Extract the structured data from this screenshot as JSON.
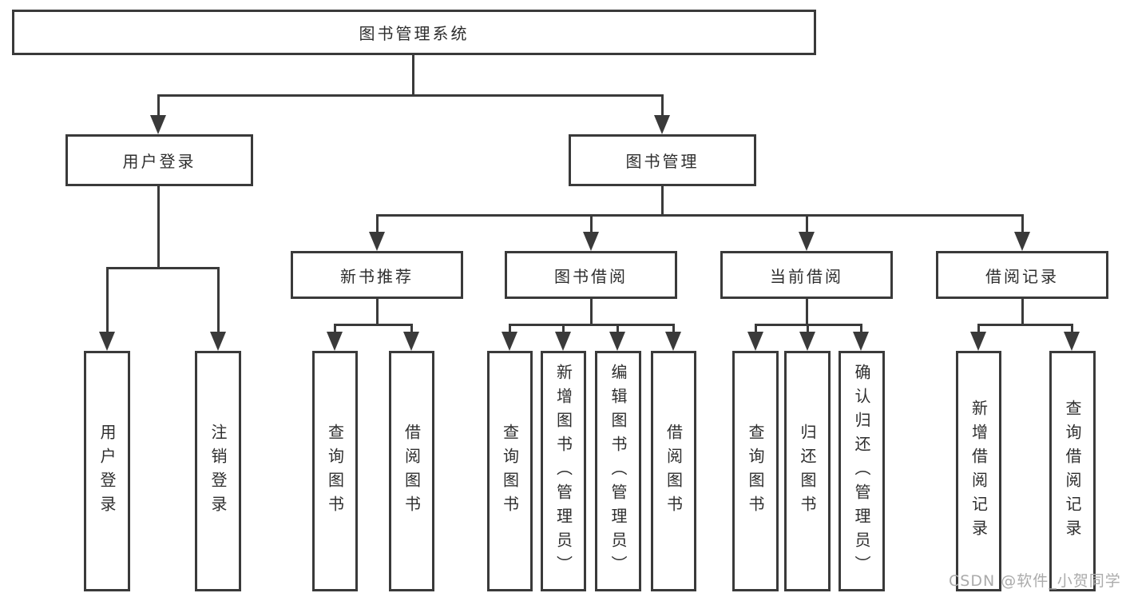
{
  "diagram_title": "图书管理系统",
  "nodes": {
    "root": "图书管理系统",
    "user_login_group": "用户登录",
    "book_management": "图书管理",
    "new_book_recommend": "新书推荐",
    "book_borrow": "图书借阅",
    "current_borrow": "当前借阅",
    "borrow_records": "借阅记录",
    "user_login": "用户登录",
    "logout": "注销登录",
    "query_book": "查询图书",
    "borrow_book": "借阅图书",
    "add_book_admin": "新增图书（管理员）",
    "edit_book_admin": "编辑图书（管理员）",
    "return_book": "归还图书",
    "confirm_return_admin": "确认归还（管理员）",
    "add_borrow_record": "新增借阅记录",
    "query_borrow_record": "查询借阅记录"
  },
  "watermark": "CSDN @软件_小贺同学",
  "colors": {
    "line": "#3a3a3a",
    "text": "#2e2e2e",
    "watermark": "#ababab",
    "background": "#ffffff"
  }
}
